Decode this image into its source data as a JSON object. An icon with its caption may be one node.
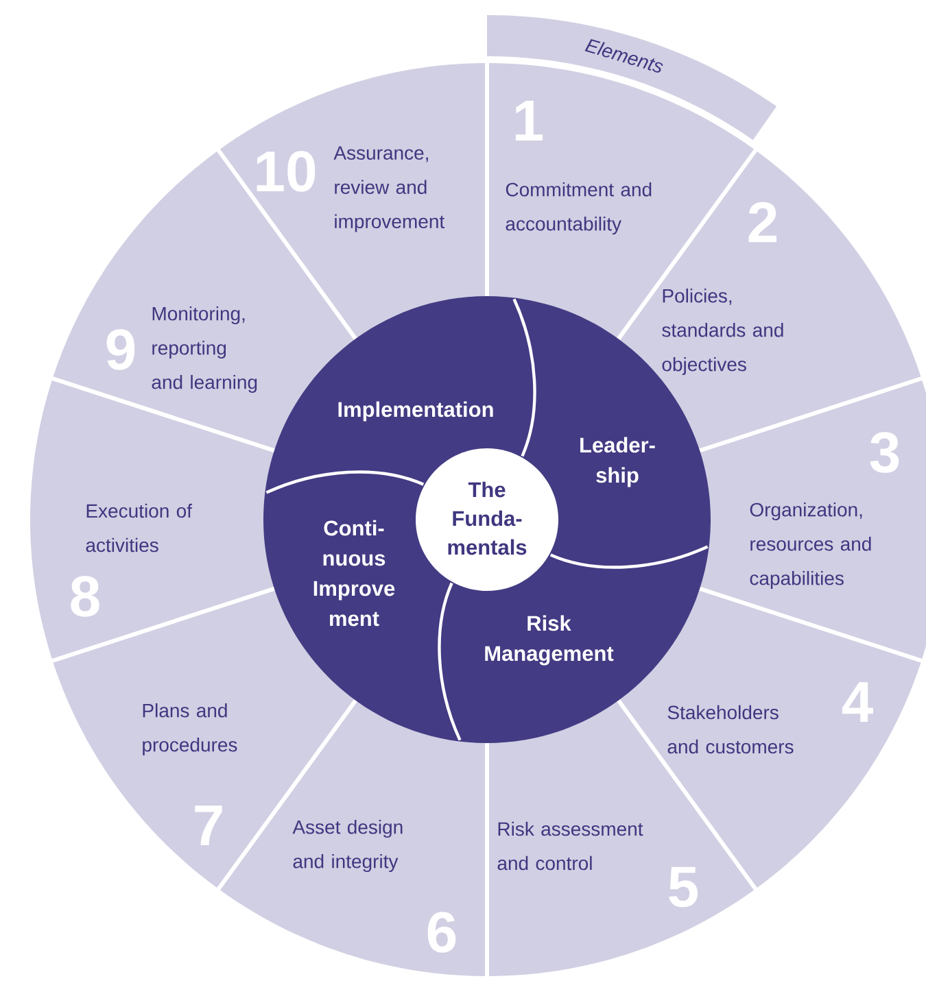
{
  "diagram": {
    "nodes": [
      {
        "text": [
          "1",
          "Commitment and accountability"
        ]
      },
      {
        "text": [
          "2",
          "Policies, standards and objectives"
        ]
      },
      {
        "text": [
          "3",
          "Organization, resources and capabilities"
        ]
      },
      {
        "text": [
          "Stakeholders and customers",
          "4"
        ]
      },
      {
        "text": [
          "Risk assessment and control",
          "5"
        ]
      },
      {
        "text": [
          "Asset design and integrity",
          "6"
        ]
      },
      {
        "text": [
          "Plans and procedures",
          "7"
        ]
      },
      {
        "text": [
          "Execution of activities",
          "8"
        ]
      },
      {
        "text": [
          "9",
          "Monitoring, reporting and learning"
        ]
      },
      {
        "text": [
          "10",
          "Assurance, review and improvement"
        ]
      },
      {
        "text": [
          "Elements"
        ]
      },
      {
        "text": [
          "Implementation"
        ]
      },
      {
        "text": [
          "Leader- ship"
        ]
      },
      {
        "text": [
          "Risk Management"
        ]
      },
      {
        "text": [
          "Conti- nuous Improve ment"
        ]
      },
      {
        "text": [
          "The Funda- mentals"
        ]
      }
    ]
  }
}
